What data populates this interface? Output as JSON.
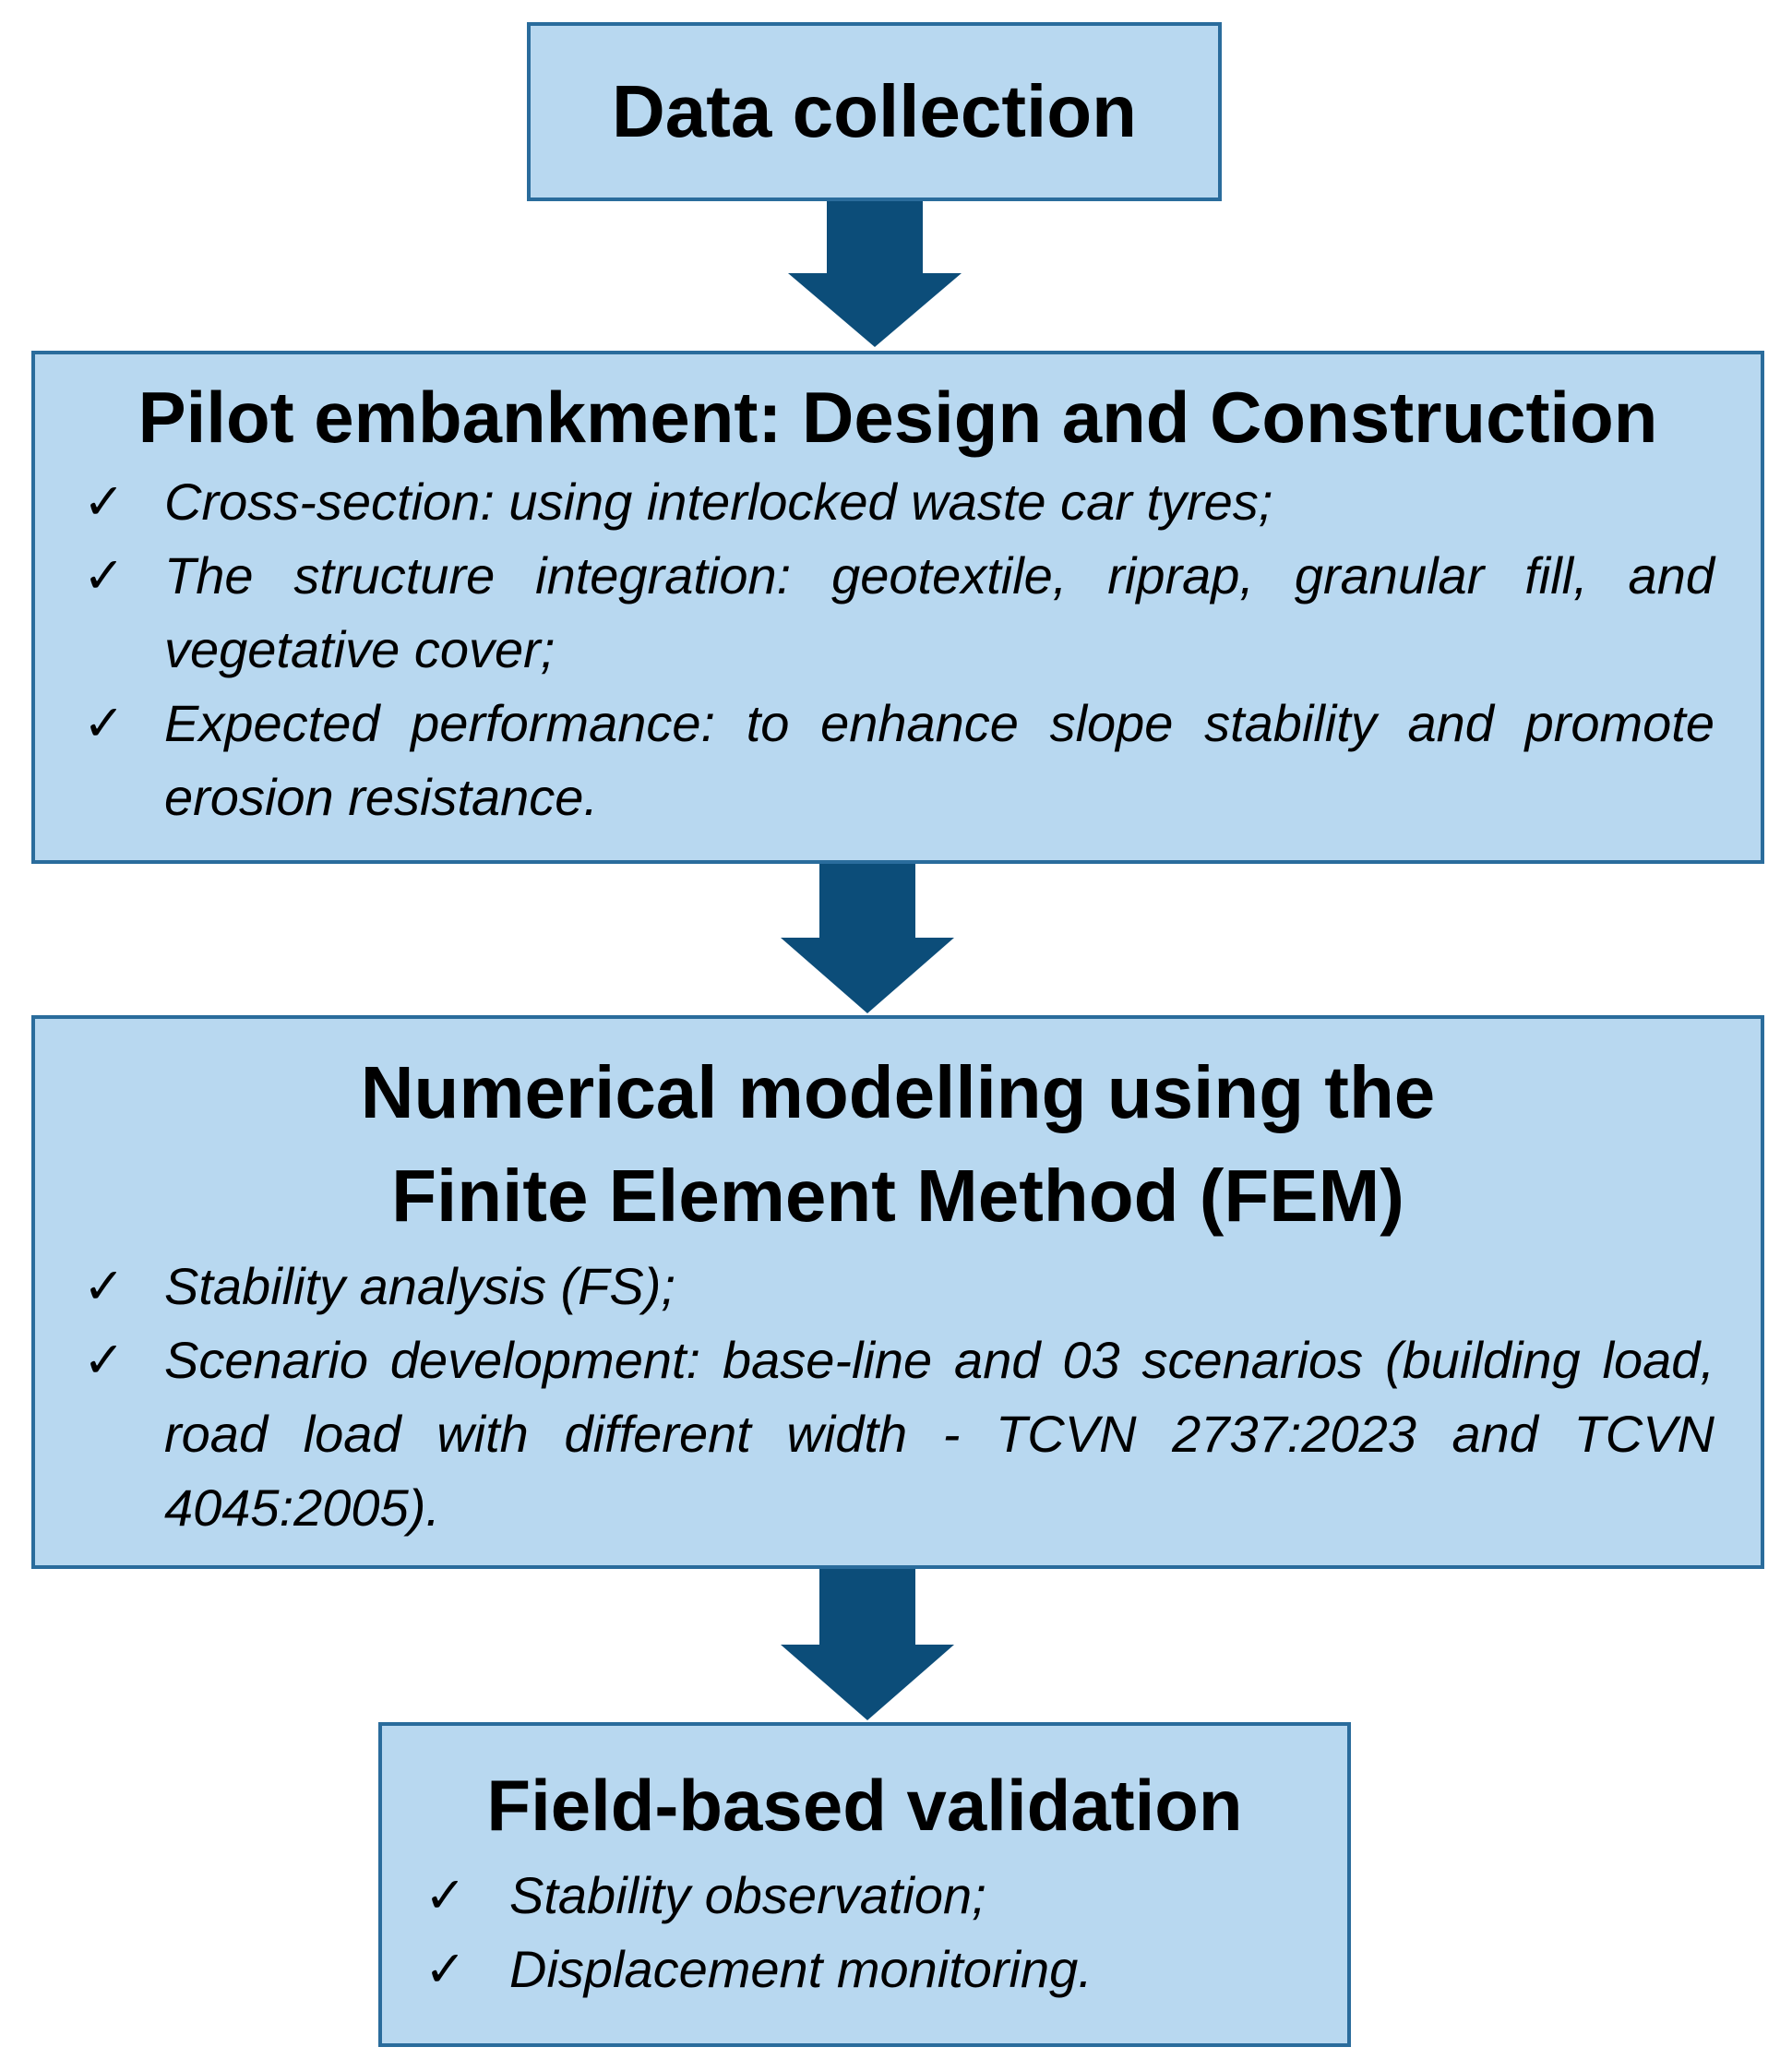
{
  "boxes": [
    {
      "title": "Data collection",
      "items": []
    },
    {
      "title": "Pilot embankment: Design and Construction",
      "items": [
        "Cross-section: using interlocked waste car tyres;",
        "The structure integration: geotextile, riprap, granular fill, and vegetative cover;",
        "Expected performance: to enhance slope stability and promote erosion resistance."
      ]
    },
    {
      "title": "Numerical modelling using the Finite Element Method (FEM)",
      "items": [
        "Stability analysis (FS);",
        "Scenario development: base-line and 03 scenarios (building load, road load with different width - TCVN 2737:2023 and TCVN 4045:2005)."
      ]
    },
    {
      "title": "Field-based validation",
      "items": [
        "Stability observation;",
        "Displacement monitoring."
      ]
    }
  ],
  "check_glyph": "✓",
  "colors": {
    "box_fill": "#b8d8f0",
    "box_border": "#2a6c9c",
    "arrow": "#0c4d79"
  }
}
